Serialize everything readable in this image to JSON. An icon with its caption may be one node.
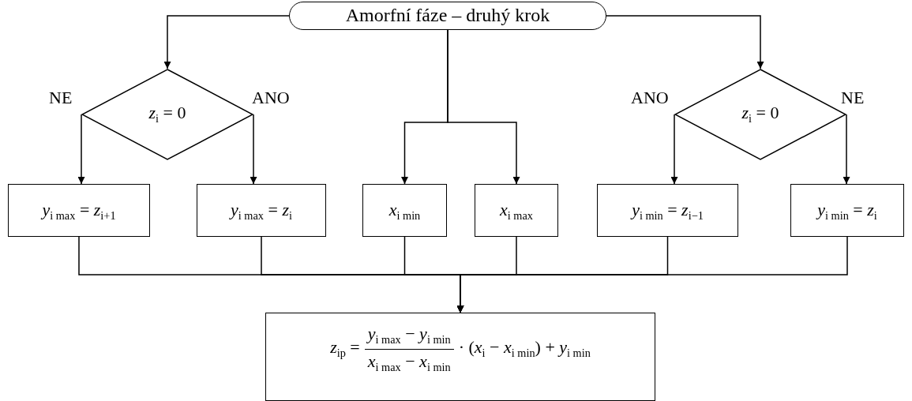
{
  "diagram": {
    "nodes": [
      {
        "text": [
          "Amorfní fáze – druhý krok"
        ]
      },
      {
        "text": [
          "*z*$_{i}$ = 0"
        ]
      },
      {
        "text": [
          "*z*$_{i}$ = 0"
        ]
      },
      {
        "text": [
          "*y*$_{i max}$ = *z*$_{i+1}$"
        ]
      },
      {
        "text": [
          "*y*$_{i max}$ = *z*$_{i}$"
        ]
      },
      {
        "text": [
          "*x*$_{i min}$"
        ]
      },
      {
        "text": [
          "*x*$_{i max}$"
        ]
      },
      {
        "text": [
          "*y*$_{i min}$ = *z*$_{i−1}$"
        ]
      },
      {
        "text": [
          "*y*$_{i min}$ = *z*$_{i}$"
        ]
      },
      {
        "text": [
          "*z*$_{ip}$ =",
          "*y*$_{i max}$ − *y*$_{i min}$",
          "*x*$_{i max}$ − *x*$_{i min}$",
          "· (*x*$_{i}$ − *x*$_{i min}$) + *y*$_{i min}$"
        ]
      }
    ],
    "edges": [
      {
        "from": 0,
        "to": 1,
        "arrow": "to"
      },
      {
        "from": 0,
        "to": 2,
        "arrow": "to"
      },
      {
        "from": 0,
        "to": 5,
        "arrow": "to"
      },
      {
        "from": 0,
        "to": 6,
        "arrow": "to"
      },
      {
        "from": 1,
        "to": 3,
        "arrow": "to",
        "label": "NE"
      },
      {
        "from": 1,
        "to": 4,
        "arrow": "to",
        "label": "ANO"
      },
      {
        "from": 2,
        "to": 7,
        "arrow": "to",
        "label": "ANO"
      },
      {
        "from": 2,
        "to": 8,
        "arrow": "to",
        "label": "NE"
      },
      {
        "from": 3,
        "to": 9,
        "arrow": "to"
      },
      {
        "from": 4,
        "to": 9,
        "arrow": "to"
      },
      {
        "from": 5,
        "to": 9,
        "arrow": "to"
      },
      {
        "from": 6,
        "to": 9,
        "arrow": "to"
      },
      {
        "from": 7,
        "to": 9,
        "arrow": "to"
      },
      {
        "from": 8,
        "to": 9,
        "arrow": "to"
      }
    ]
  }
}
